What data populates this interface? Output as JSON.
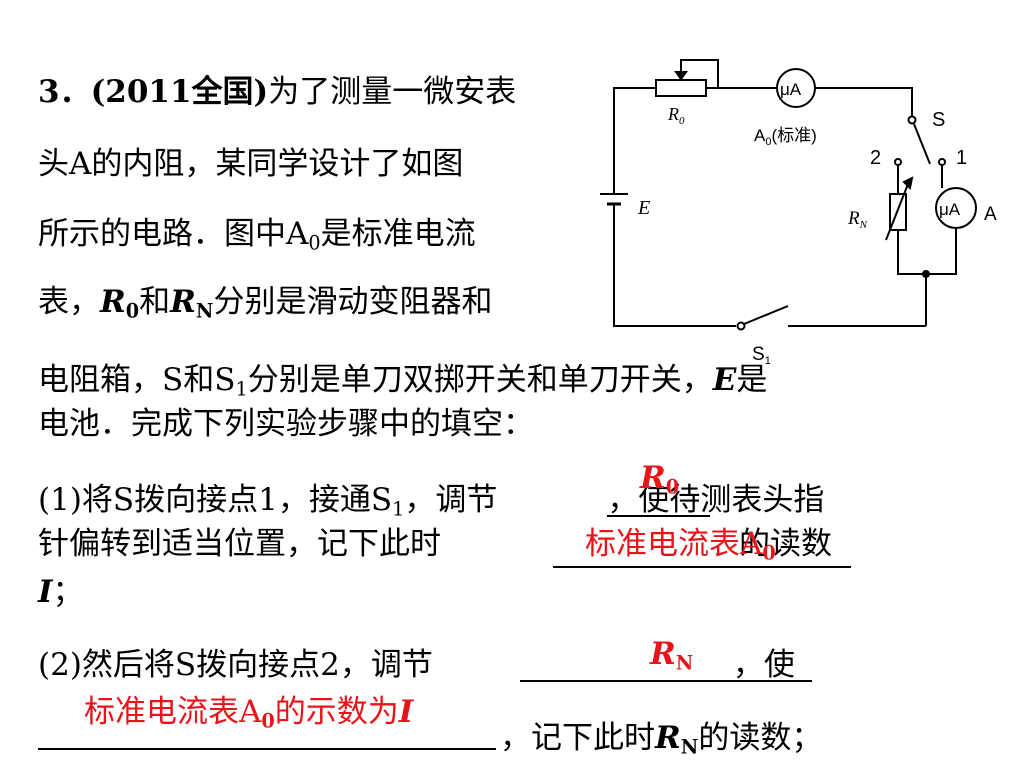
{
  "problem": {
    "number": "3．",
    "source": "(2011全国)",
    "l1_rest": "为了测量一微安表",
    "l2": "头A的内阻，某同学设计了如图",
    "l3_a": "所示的电路．图中A",
    "l3_sub": "0",
    "l3_b": "是标准电流",
    "l4_a": "表，",
    "l4_r": "R",
    "l4_sub1": "0",
    "l4_and": "和",
    "l4_r2": "R",
    "l4_sub2": "N",
    "l4_b": "分别是滑动变阻器和",
    "l5_a": "电阻箱，S和S",
    "l5_sub": "1",
    "l5_b": "分别是单刀双掷开关和单刀开关，",
    "l5_e": "E",
    "l5_c": "是",
    "l6": "电池．完成下列实验步骤中的填空："
  },
  "step1": {
    "a": "(1)将S拨向接点1，接通S",
    "sub": "1",
    "b": "，调节",
    "c": "，使待测表头指",
    "d": "针偏转到适当位置，记下此时",
    "e": "的读数",
    "f": "I",
    "g": "；"
  },
  "step2": {
    "a": "(2)然后将S拨向接点2，调节",
    "b": "，使",
    "c": "，记下此时",
    "r": "R",
    "sub": "N",
    "d": "的读数；"
  },
  "answers": {
    "a1_r": "R",
    "a1_sub": "0",
    "a2_text": "标准电流表A",
    "a2_sub": "0",
    "a3_r": "R",
    "a3_sub": "N",
    "a4_text": "标准电流表A",
    "a4_sub": "0",
    "a4_text2": "的示数为",
    "a4_i": "I"
  },
  "circuit": {
    "r0": "R",
    "r0_sub": "0",
    "meter": "μA",
    "a0_label": "A",
    "a0_sub": "0",
    "a0_note": "(标准)",
    "switch_s": "S",
    "contact_2": "2",
    "contact_1": "1",
    "battery": "E",
    "rn": "R",
    "rn_sub": "N",
    "meter2": "μA",
    "meter2_label": "A",
    "switch_s1": "S",
    "switch_s1_sub": "1"
  }
}
